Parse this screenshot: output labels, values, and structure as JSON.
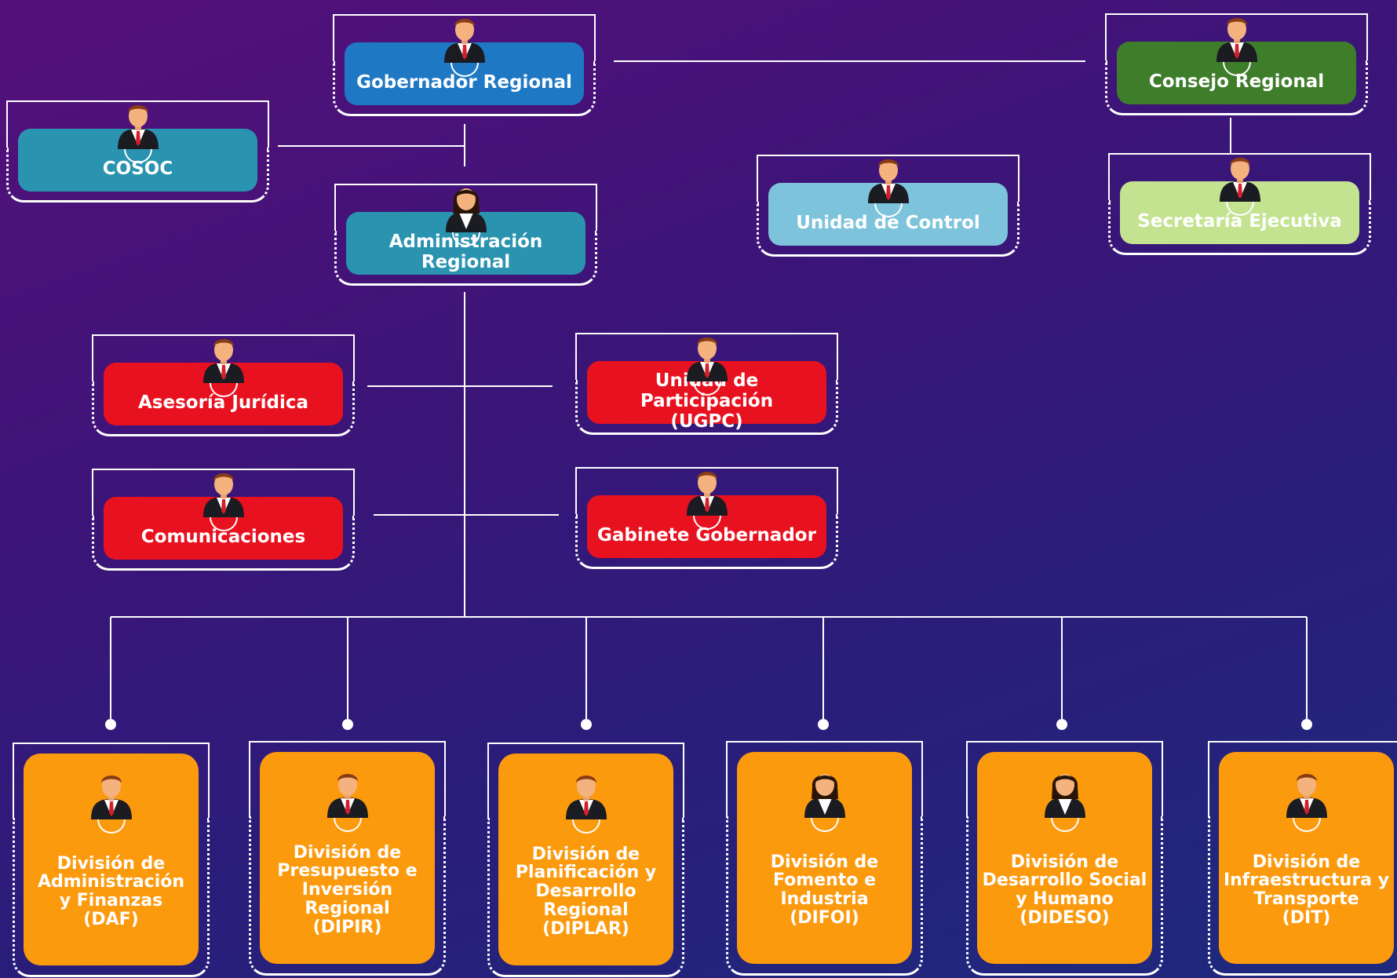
{
  "colors": {
    "blue": "#1e78c4",
    "green": "#3e7d2a",
    "teal": "#2a93b0",
    "light_blue": "#7cc3db",
    "light_green": "#c3e390",
    "red": "#e8111f",
    "orange": "#fc9a0e",
    "line": "#ffffff"
  },
  "nodes": {
    "gobernador": {
      "label": "Gobernador Regional",
      "avatar": "male-person-icon"
    },
    "consejo": {
      "label": "Consejo Regional",
      "avatar": "male-person-icon"
    },
    "cosoc": {
      "label": "COSOC",
      "avatar": "male-person-icon"
    },
    "administracion": {
      "label": "Administración Regional",
      "avatar": "female-person-icon"
    },
    "unidad_control": {
      "label": "Unidad de Control",
      "avatar": "male-person-icon"
    },
    "secretaria": {
      "label": "Secretaría Ejecutiva",
      "avatar": "male-person-icon"
    },
    "asesoria": {
      "label": "Asesoría Jurídica",
      "avatar": "male-person-icon"
    },
    "participacion": {
      "label": "Unidad de Participación\n(UGPC)",
      "avatar": "male-person-icon"
    },
    "comunicaciones": {
      "label": "Comunicaciones",
      "avatar": "male-person-icon"
    },
    "gabinete": {
      "label": "Gabinete Gobernador",
      "avatar": "male-person-icon"
    }
  },
  "divisions": [
    {
      "label": "División de\nAdministración\ny Finanzas\n(DAF)",
      "avatar": "male-person-icon"
    },
    {
      "label": "División de\nPresupuesto e\nInversión\nRegional\n(DIPIR)",
      "avatar": "male-person-icon"
    },
    {
      "label": "División de\nPlanificación y\nDesarrollo\nRegional\n(DIPLAR)",
      "avatar": "male-person-icon"
    },
    {
      "label": "División de\nFomento e\nIndustria\n(DIFOI)",
      "avatar": "female-person-icon"
    },
    {
      "label": "División de\nDesarrollo Social\ny Humano\n(DIDESO)",
      "avatar": "female-person-icon"
    },
    {
      "label": "División de\nInfraestructura y\nTransporte\n(DIT)",
      "avatar": "male-person-icon"
    }
  ]
}
